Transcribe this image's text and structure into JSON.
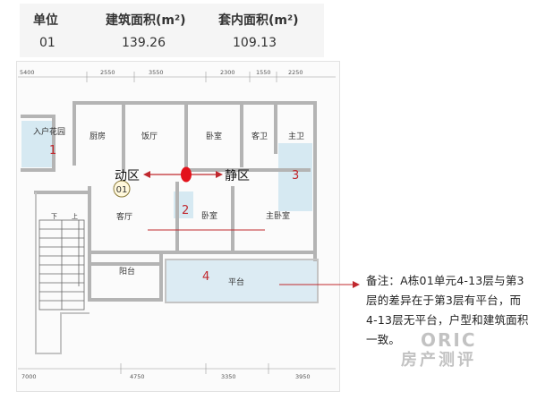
{
  "unit_table": {
    "headers": {
      "unit": "单位",
      "gross_area": "建筑面积(m²)",
      "net_area": "套内面积(m²)"
    },
    "row": {
      "unit": "01",
      "gross_area": "139.26",
      "net_area": "109.13"
    }
  },
  "dimensions": {
    "top": [
      "5400",
      "2550",
      "3550",
      "2300",
      "1550",
      "2250"
    ],
    "bottom": [
      "7000",
      "4750",
      "3350",
      "3950"
    ]
  },
  "rooms": {
    "entry_garden": "入户花园",
    "kitchen": "厨房",
    "dining": "饭厅",
    "bedroom_north": "卧室",
    "guest_bath": "客卫",
    "master_bath": "主卫",
    "living": "客厅",
    "bedroom_south": "卧室",
    "master_bedroom": "主卧室",
    "balcony": "阳台",
    "terrace": "平台",
    "stair_down": "下",
    "stair_up": "上"
  },
  "unit_badge": "01",
  "zones": {
    "active": "动区",
    "quiet": "静区"
  },
  "markers": [
    "1",
    "2",
    "3",
    "4"
  ],
  "note": "备注：A栋01单元4-13层与第3层的差异在于第3层有平台，而4-13层无平台，户型和建筑面积一致。",
  "watermark": {
    "line1": "ORIC",
    "line2": "房产测评"
  },
  "colors": {
    "marker_red": "#c0282e",
    "zone_dot": "#e3121b",
    "highlight_blue": "#d6e9f2"
  }
}
